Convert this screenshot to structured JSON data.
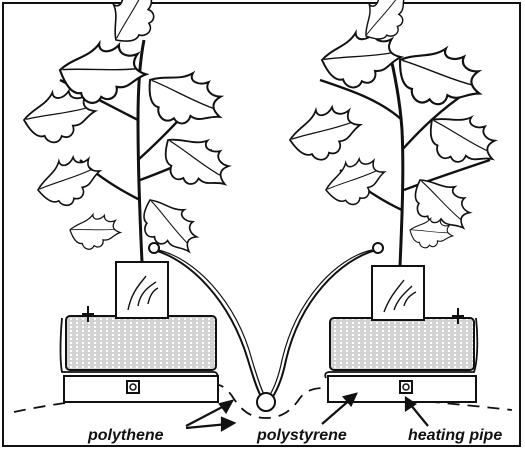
{
  "labels": {
    "polythene": "polythene",
    "polystyrene": "polystyrene",
    "heating_pipe": "heating pipe"
  },
  "colors": {
    "ink": "#111111",
    "paper": "#ffffff",
    "slab_hatch": "#9a9a9a"
  }
}
